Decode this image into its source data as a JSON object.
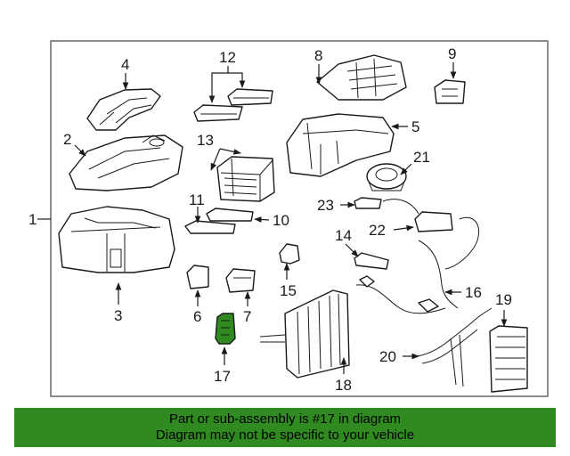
{
  "diagram": {
    "highlighted_part": "17",
    "highlight_color": "#2f8a1f",
    "callouts": {
      "c1": "1",
      "c2": "2",
      "c3": "3",
      "c4": "4",
      "c5": "5",
      "c6": "6",
      "c7": "7",
      "c8": "8",
      "c9": "9",
      "c10": "10",
      "c11": "11",
      "c12": "12",
      "c13": "13",
      "c14": "14",
      "c15": "15",
      "c16": "16",
      "c17": "17",
      "c18": "18",
      "c19": "19",
      "c20": "20",
      "c21": "21",
      "c22": "22",
      "c23": "23"
    }
  },
  "footer": {
    "line1": "Part or sub-assembly is #17 in diagram",
    "line2": "Diagram may not be specific to your vehicle",
    "background": "#2f8a1f"
  }
}
